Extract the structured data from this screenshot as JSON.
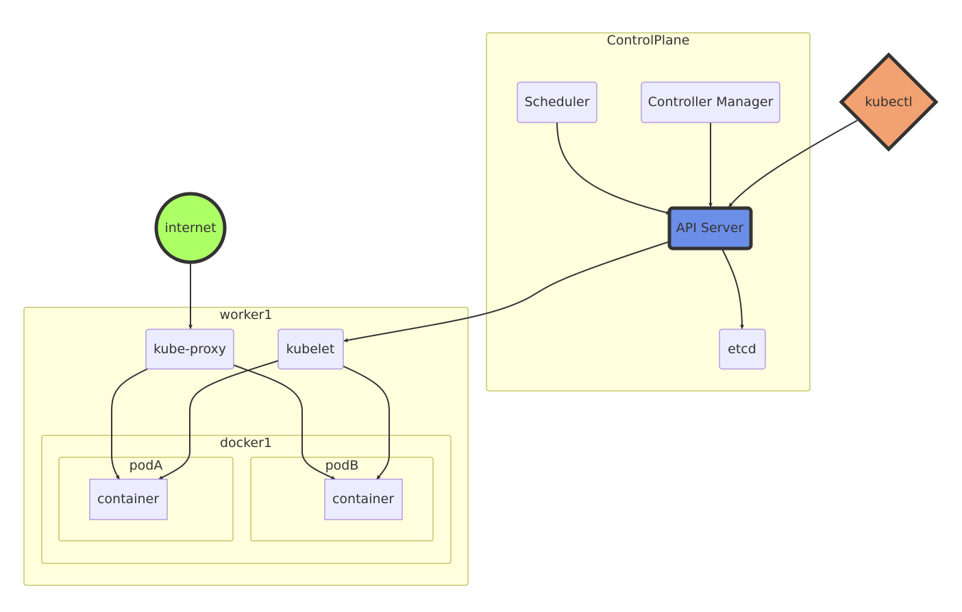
{
  "colors": {
    "cluster_fill": "#ffffde",
    "cluster_stroke": "#aaaa33",
    "node_fill": "#ececff",
    "node_stroke": "#9370db",
    "edge": "#333333",
    "internet_fill": "#adff66",
    "api_server_fill": "#6b8ee8",
    "kubectl_fill": "#f2a170"
  },
  "clusters": {
    "control_plane": "ControlPlane",
    "worker1": "worker1",
    "docker1": "docker1",
    "podA": "podA",
    "podB": "podB"
  },
  "nodes": {
    "scheduler": "Scheduler",
    "controller_manager": "Controller Manager",
    "kubectl": "kubectl",
    "api_server": "API Server",
    "etcd": "etcd",
    "internet": "internet",
    "kube_proxy": "kube-proxy",
    "kubelet": "kubelet",
    "container_a": "container",
    "container_b": "container"
  },
  "edges": [
    {
      "from": "scheduler",
      "to": "api_server"
    },
    {
      "from": "controller_manager",
      "to": "api_server"
    },
    {
      "from": "kubectl",
      "to": "api_server"
    },
    {
      "from": "api_server",
      "to": "etcd"
    },
    {
      "from": "api_server",
      "to": "kubelet"
    },
    {
      "from": "internet",
      "to": "kube_proxy"
    },
    {
      "from": "kube_proxy",
      "to": "container_a"
    },
    {
      "from": "kube_proxy",
      "to": "container_b"
    },
    {
      "from": "kubelet",
      "to": "container_a"
    },
    {
      "from": "kubelet",
      "to": "container_b"
    }
  ]
}
